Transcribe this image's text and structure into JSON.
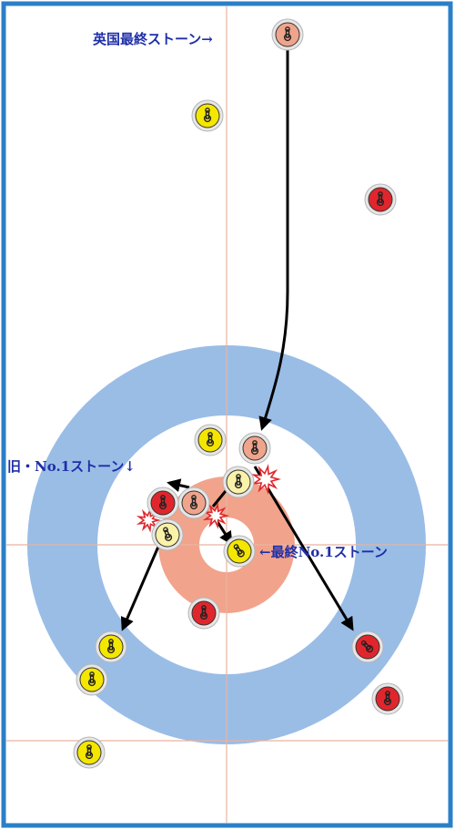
{
  "labels": {
    "gb_last_stone": "英国最終ストーン→",
    "old_no1_stone": "旧・No.1ストーン↓",
    "final_no1_stone": "←最終No.1ストーン"
  },
  "colors": {
    "frame": "#2b7fc8",
    "ice": "#ffffff",
    "twelve_foot_ring": "#9abde6",
    "four_foot_ring": "#f2a38c",
    "lines": "#e8b4a0",
    "red_team": "#e0262c",
    "yellow_team": "#f5e600",
    "ghost_red": "#f0a48c",
    "ghost_yellow": "#faf2a8",
    "arrow": "#000000",
    "impact": "#e0262c",
    "label": "#1f2fa8"
  },
  "icons": [
    "stone-handle-icon",
    "impact-burst-icon"
  ]
}
